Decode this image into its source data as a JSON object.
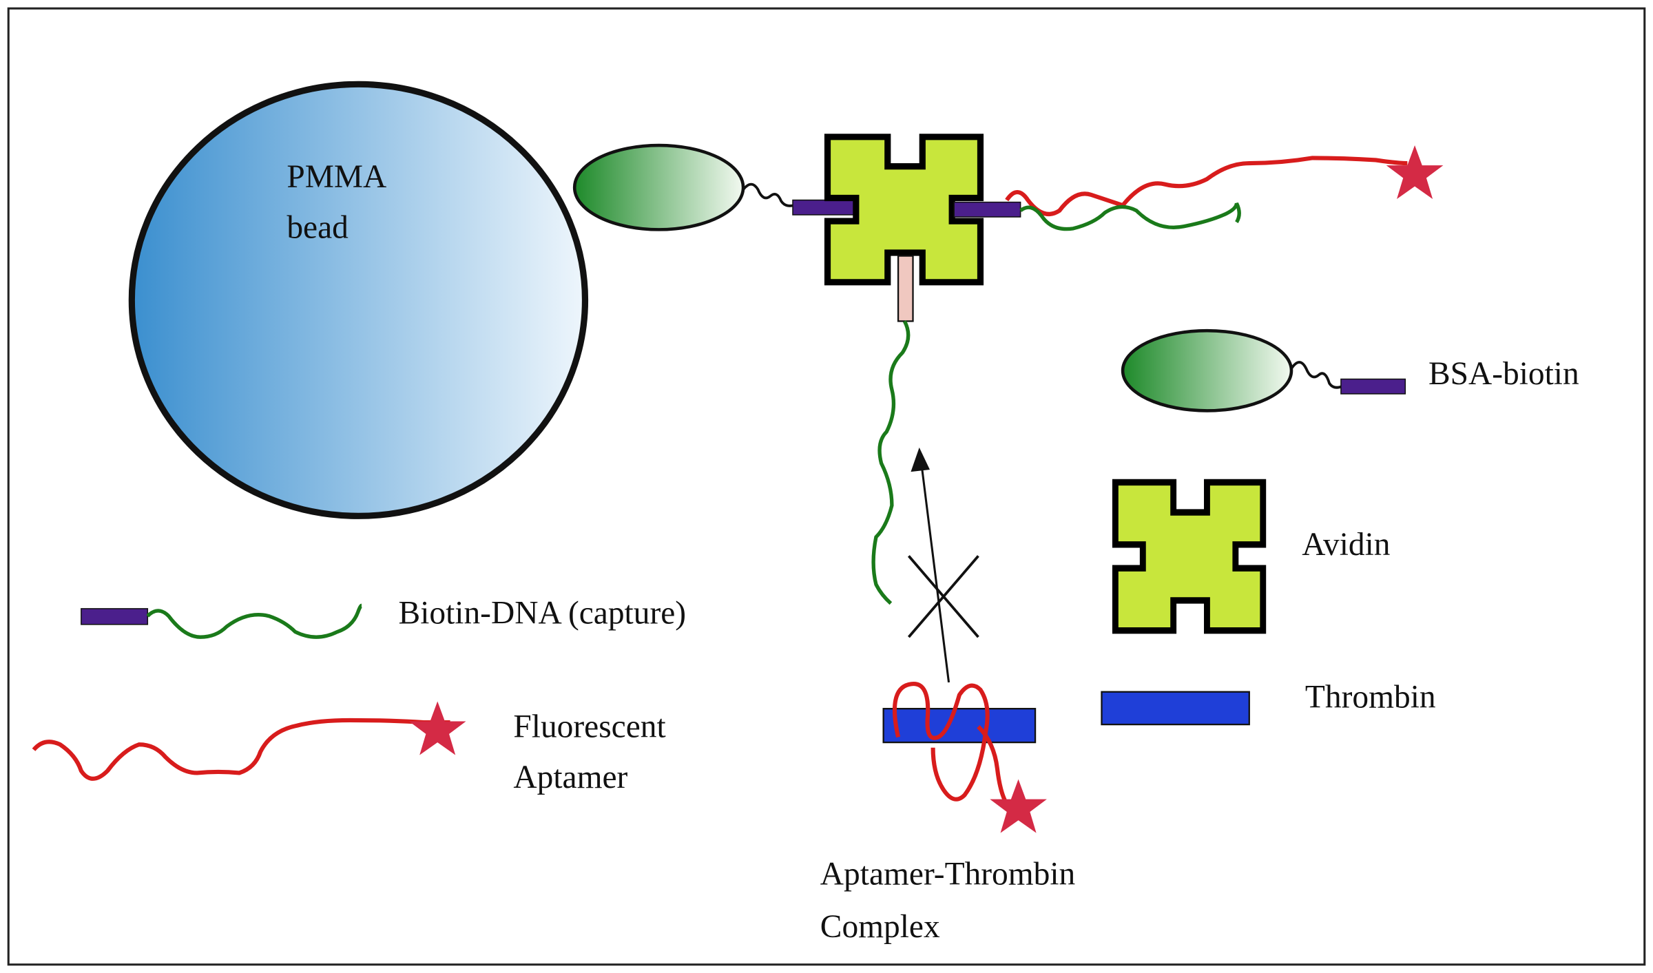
{
  "labels": {
    "bead_line1": "PMMA",
    "bead_line2": "bead",
    "bsa_biotin": "BSA-biotin",
    "avidin": "Avidin",
    "thrombin": "Thrombin",
    "biotin_dna": "Biotin-DNA (capture)",
    "aptamer_line1": "Fluorescent",
    "aptamer_line2": "Aptamer",
    "complex_line1": "Aptamer-Thrombin",
    "complex_line2": "Complex"
  },
  "colors": {
    "bead_dark": "#3b8fcf",
    "bead_light": "#eef6fc",
    "bsa_dark": "#1e8a2a",
    "bsa_light": "#f2f9f0",
    "avidin": "#c8e63c",
    "biotin": "#4b1f8c",
    "dna": "#1a7a1a",
    "aptamer": "#d81c1c",
    "star": "#d42a45",
    "thrombin": "#1f3fd8",
    "spacer": "#f0c8c0"
  }
}
